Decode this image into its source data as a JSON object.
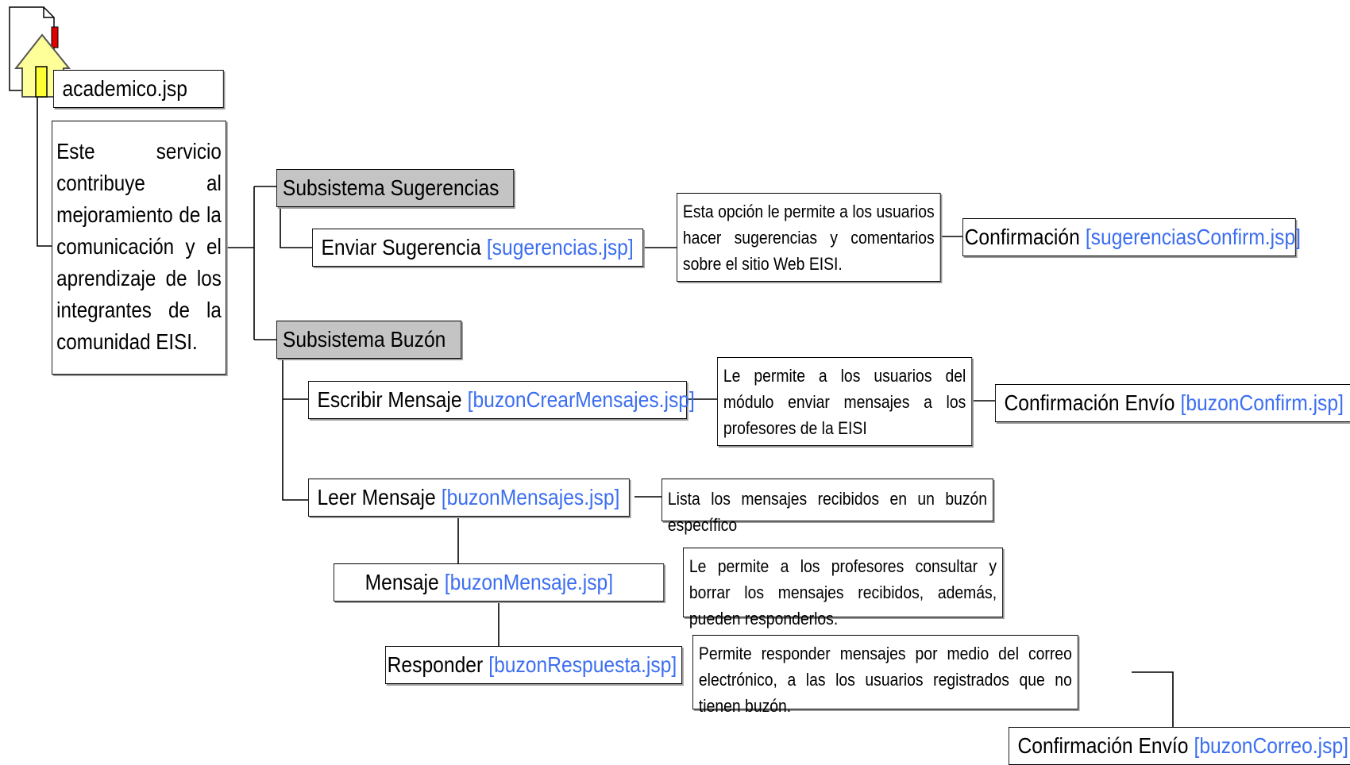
{
  "root": {
    "label": "academico.jsp"
  },
  "intro": "Este servicio contribuye al mejoramiento de la comunicación y el aprendizaje de los integrantes de la comunidad EISI.",
  "subsystems": {
    "sugerencias": {
      "label": "Subsistema Sugerencias"
    },
    "buzon": {
      "label": "Subsistema Buzón"
    }
  },
  "pages": {
    "enviar": {
      "label": "Enviar Sugerencia",
      "file": "[sugerencias.jsp]"
    },
    "confirm_sug": {
      "label": "Confirmación",
      "file": "[sugerenciasConfirm.jsp]"
    },
    "escribir": {
      "label": "Escribir Mensaje",
      "file": "[buzonCrearMensajes.jsp]"
    },
    "confirm_envio": {
      "label": "Confirmación Envío",
      "file": "[buzonConfirm.jsp]"
    },
    "leer": {
      "label": "Leer Mensaje",
      "file": "[buzonMensajes.jsp]"
    },
    "mensaje": {
      "label": "Mensaje",
      "file": "[buzonMensaje.jsp]"
    },
    "responder": {
      "label": "Responder",
      "file": "[buzonRespuesta.jsp]"
    },
    "confirm_correo": {
      "label": "Confirmación Envío",
      "file": "[buzonCorreo.jsp]"
    }
  },
  "descriptions": {
    "sugerencias": "Esta opción le permite a los usuarios hacer sugerencias y comentarios sobre el sitio Web EISI.",
    "escribir": "Le permite a los usuarios del módulo enviar mensajes a los profesores de la EISI",
    "leer": "Lista los mensajes recibidos en un buzón específico",
    "mensaje": "Le permite a los profesores consultar y borrar los mensajes recibidos, además, pueden responderlos.",
    "responder": "Permite responder mensajes por medio del correo electrónico, a las los usuarios registrados que no tienen buzón."
  },
  "colors": {
    "subsystem_fill": "#c4c4c4",
    "file_link": "#3c6ef0",
    "house_fill": "#ffff99",
    "house_chimney": "#e00000"
  },
  "icons": {
    "home": "home-page-icon"
  }
}
